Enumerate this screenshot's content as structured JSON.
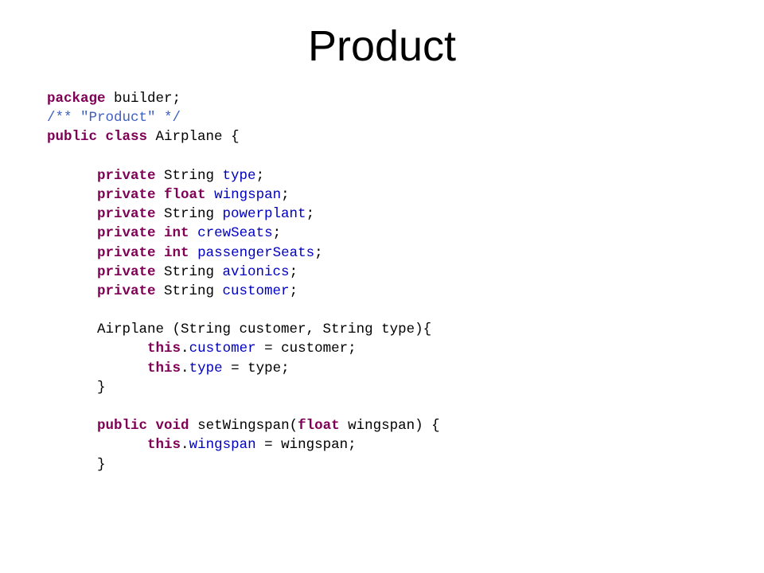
{
  "slide": {
    "title": "Product"
  },
  "colors": {
    "keyword": "#7f0055",
    "comment": "#3f5fbf",
    "field": "#0000c0",
    "text": "#000000"
  },
  "code": {
    "lines": [
      [
        {
          "t": "kw",
          "v": "package"
        },
        {
          "t": "tx",
          "v": " builder;"
        }
      ],
      [
        {
          "t": "cm",
          "v": "/** \"Product\" */"
        }
      ],
      [
        {
          "t": "kw",
          "v": "public"
        },
        {
          "t": "tx",
          "v": " "
        },
        {
          "t": "kw",
          "v": "class"
        },
        {
          "t": "tx",
          "v": " Airplane {"
        }
      ],
      [],
      [
        {
          "t": "tx",
          "v": "      "
        },
        {
          "t": "kw",
          "v": "private"
        },
        {
          "t": "tx",
          "v": " String "
        },
        {
          "t": "fd",
          "v": "type"
        },
        {
          "t": "tx",
          "v": ";"
        }
      ],
      [
        {
          "t": "tx",
          "v": "      "
        },
        {
          "t": "kw",
          "v": "private"
        },
        {
          "t": "tx",
          "v": " "
        },
        {
          "t": "kw",
          "v": "float"
        },
        {
          "t": "tx",
          "v": " "
        },
        {
          "t": "fd",
          "v": "wingspan"
        },
        {
          "t": "tx",
          "v": ";"
        }
      ],
      [
        {
          "t": "tx",
          "v": "      "
        },
        {
          "t": "kw",
          "v": "private"
        },
        {
          "t": "tx",
          "v": " String "
        },
        {
          "t": "fd",
          "v": "powerplant"
        },
        {
          "t": "tx",
          "v": ";"
        }
      ],
      [
        {
          "t": "tx",
          "v": "      "
        },
        {
          "t": "kw",
          "v": "private"
        },
        {
          "t": "tx",
          "v": " "
        },
        {
          "t": "kw",
          "v": "int"
        },
        {
          "t": "tx",
          "v": " "
        },
        {
          "t": "fd",
          "v": "crewSeats"
        },
        {
          "t": "tx",
          "v": ";"
        }
      ],
      [
        {
          "t": "tx",
          "v": "      "
        },
        {
          "t": "kw",
          "v": "private"
        },
        {
          "t": "tx",
          "v": " "
        },
        {
          "t": "kw",
          "v": "int"
        },
        {
          "t": "tx",
          "v": " "
        },
        {
          "t": "fd",
          "v": "passengerSeats"
        },
        {
          "t": "tx",
          "v": ";"
        }
      ],
      [
        {
          "t": "tx",
          "v": "      "
        },
        {
          "t": "kw",
          "v": "private"
        },
        {
          "t": "tx",
          "v": " String "
        },
        {
          "t": "fd",
          "v": "avionics"
        },
        {
          "t": "tx",
          "v": ";"
        }
      ],
      [
        {
          "t": "tx",
          "v": "      "
        },
        {
          "t": "kw",
          "v": "private"
        },
        {
          "t": "tx",
          "v": " String "
        },
        {
          "t": "fd",
          "v": "customer"
        },
        {
          "t": "tx",
          "v": ";"
        }
      ],
      [],
      [
        {
          "t": "tx",
          "v": "      Airplane (String customer, String type){"
        }
      ],
      [
        {
          "t": "tx",
          "v": "            "
        },
        {
          "t": "kw",
          "v": "this"
        },
        {
          "t": "tx",
          "v": "."
        },
        {
          "t": "fd",
          "v": "customer"
        },
        {
          "t": "tx",
          "v": " = customer;"
        }
      ],
      [
        {
          "t": "tx",
          "v": "            "
        },
        {
          "t": "kw",
          "v": "this"
        },
        {
          "t": "tx",
          "v": "."
        },
        {
          "t": "fd",
          "v": "type"
        },
        {
          "t": "tx",
          "v": " = type;"
        }
      ],
      [
        {
          "t": "tx",
          "v": "      }"
        }
      ],
      [],
      [
        {
          "t": "tx",
          "v": "      "
        },
        {
          "t": "kw",
          "v": "public"
        },
        {
          "t": "tx",
          "v": " "
        },
        {
          "t": "kw",
          "v": "void"
        },
        {
          "t": "tx",
          "v": " setWingspan("
        },
        {
          "t": "kw",
          "v": "float"
        },
        {
          "t": "tx",
          "v": " wingspan) {"
        }
      ],
      [
        {
          "t": "tx",
          "v": "            "
        },
        {
          "t": "kw",
          "v": "this"
        },
        {
          "t": "tx",
          "v": "."
        },
        {
          "t": "fd",
          "v": "wingspan"
        },
        {
          "t": "tx",
          "v": " = wingspan;"
        }
      ],
      [
        {
          "t": "tx",
          "v": "      }"
        }
      ]
    ]
  }
}
